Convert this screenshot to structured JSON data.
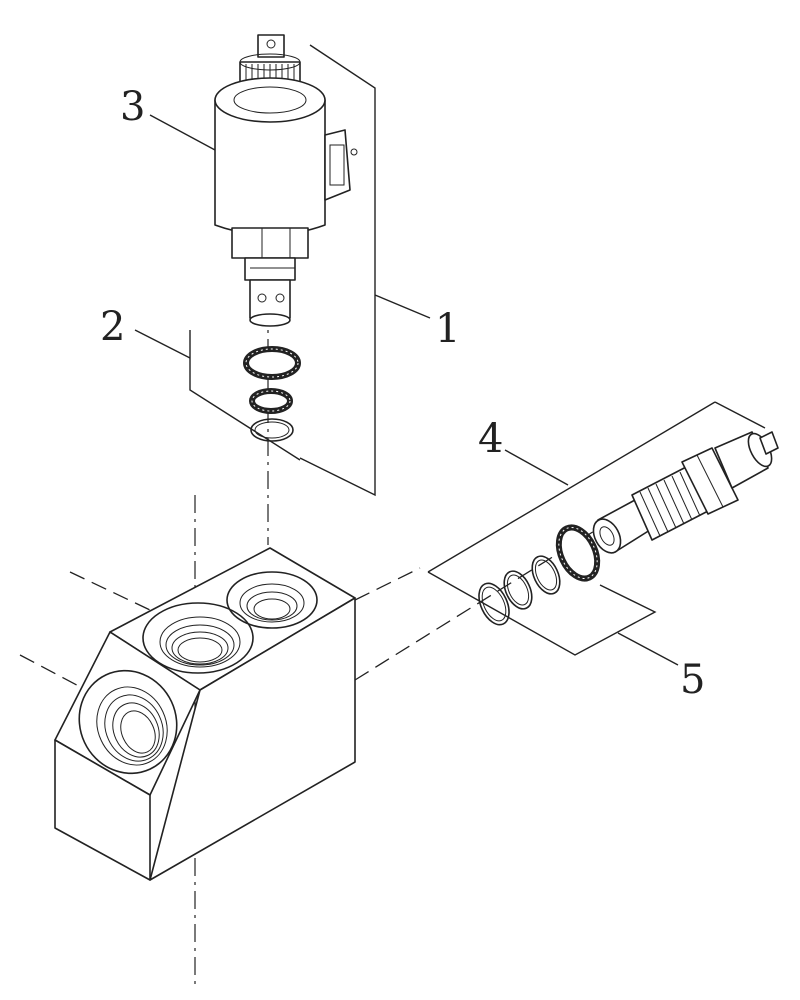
{
  "callouts": [
    {
      "id": "1",
      "label": "1"
    },
    {
      "id": "2",
      "label": "2"
    },
    {
      "id": "3",
      "label": "3"
    },
    {
      "id": "4",
      "label": "4"
    },
    {
      "id": "5",
      "label": "5"
    }
  ],
  "parts": [
    "valve-block",
    "solenoid-valve-cartridge",
    "seal-kit-upper",
    "relief-valve-cartridge",
    "seal-kit-side"
  ]
}
